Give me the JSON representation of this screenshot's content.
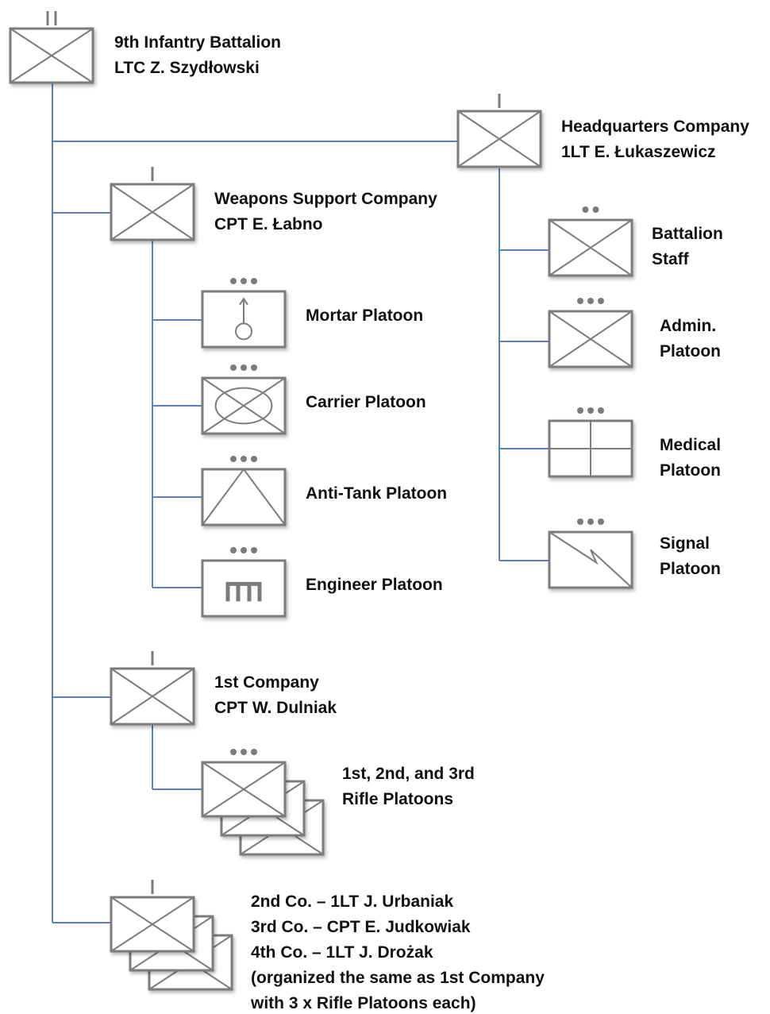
{
  "colors": {
    "connector": "#5b7fc4",
    "symbol_stroke": "#7b7b7b",
    "text": "#111111",
    "background": "#ffffff"
  },
  "battalion": {
    "symbol": "infantry-unit-icon",
    "echelon": "battalion-echelon-icon",
    "label_lines": [
      "9th Infantry Battalion",
      "LTC Z. Szydłowski"
    ]
  },
  "hq_company": {
    "symbol": "infantry-unit-icon",
    "echelon": "company-echelon-icon",
    "label_lines": [
      "Headquarters Company",
      "1LT E. Łukaszewicz"
    ],
    "platoons": [
      {
        "symbol": "infantry-unit-icon",
        "echelon": "section-echelon-icon",
        "label_lines": [
          "Battalion",
          "Staff"
        ]
      },
      {
        "symbol": "infantry-unit-icon",
        "echelon": "platoon-echelon-icon",
        "label_lines": [
          "Admin.",
          "Platoon"
        ]
      },
      {
        "symbol": "medical-unit-icon",
        "echelon": "platoon-echelon-icon",
        "label_lines": [
          "Medical",
          "Platoon"
        ]
      },
      {
        "symbol": "signal-unit-icon",
        "echelon": "platoon-echelon-icon",
        "label_lines": [
          "Signal",
          "Platoon"
        ]
      }
    ]
  },
  "weapons_company": {
    "symbol": "infantry-unit-icon",
    "echelon": "company-echelon-icon",
    "label_lines": [
      "Weapons Support Company",
      "CPT E. Łabno"
    ],
    "platoons": [
      {
        "symbol": "mortar-unit-icon",
        "echelon": "platoon-echelon-icon",
        "label_lines": [
          "Mortar Platoon"
        ]
      },
      {
        "symbol": "carrier-unit-icon",
        "echelon": "platoon-echelon-icon",
        "label_lines": [
          "Carrier Platoon"
        ]
      },
      {
        "symbol": "anti-tank-unit-icon",
        "echelon": "platoon-echelon-icon",
        "label_lines": [
          "Anti-Tank Platoon"
        ]
      },
      {
        "symbol": "engineer-unit-icon",
        "echelon": "platoon-echelon-icon",
        "label_lines": [
          "Engineer Platoon"
        ]
      }
    ]
  },
  "first_company": {
    "symbol": "infantry-unit-icon",
    "echelon": "company-echelon-icon",
    "label_lines": [
      "1st Company",
      "CPT W. Dulniak"
    ],
    "rifle_platoons": {
      "symbol": "infantry-unit-icon",
      "echelon": "platoon-echelon-icon",
      "stack_count": 3,
      "label_lines": [
        "1st, 2nd, and 3rd",
        "Rifle Platoons"
      ]
    }
  },
  "other_companies": {
    "symbol": "infantry-unit-icon",
    "echelon": "company-echelon-icon",
    "stack_count": 3,
    "label_lines": [
      "2nd Co. – 1LT J. Urbaniak",
      "3rd Co. – CPT E. Judkowiak",
      "4th Co. – 1LT J. Drożak",
      "(organized the same as 1st Company",
      "with 3 x Rifle Platoons each)"
    ]
  }
}
